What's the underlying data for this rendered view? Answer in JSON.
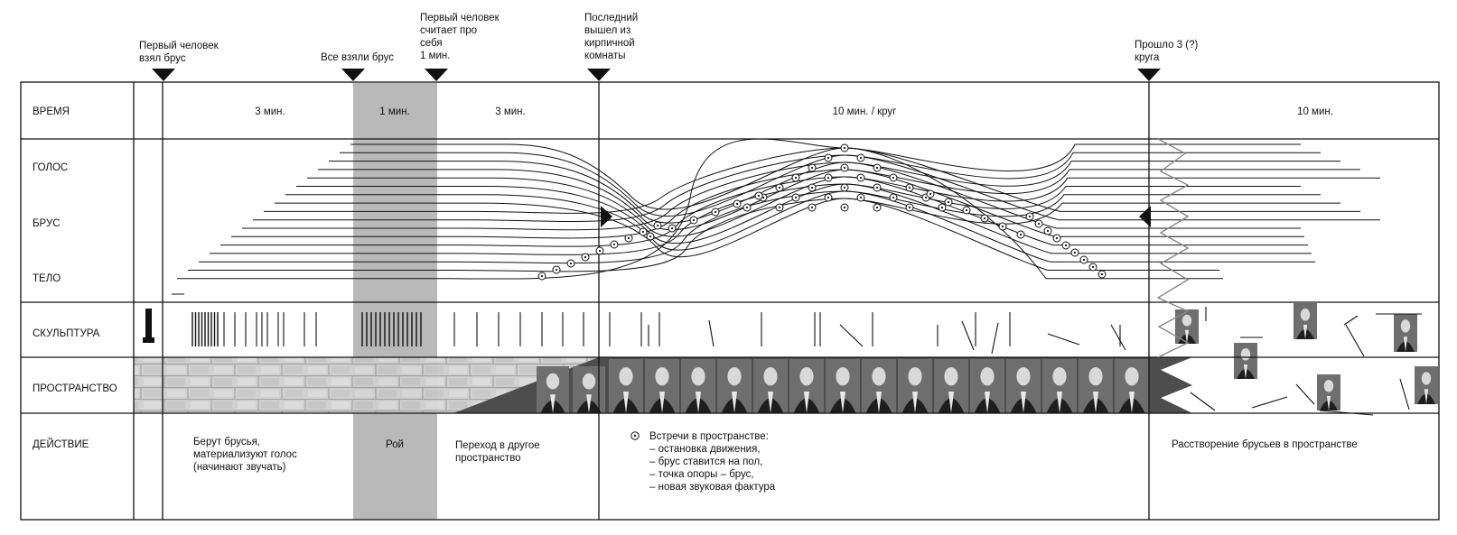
{
  "markers": [
    {
      "lines": [
        "Первый человек",
        "взял брус"
      ]
    },
    {
      "lines": [
        "Все взяли брус"
      ]
    },
    {
      "lines": [
        "Первый человек",
        "считает про",
        "себя",
        "1 мин."
      ]
    },
    {
      "lines": [
        "Последний",
        "вышел из",
        "кирпичной",
        "комнаты"
      ]
    },
    {
      "lines": [
        "Прошло 3 (?)",
        "круга"
      ]
    }
  ],
  "rows": {
    "time": "ВРЕМЯ",
    "voice": "ГОЛОС",
    "bar": "БРУС",
    "body": "ТЕЛО",
    "sculpture": "СКУЛЬПТУРА",
    "space": "ПРОСТРАНСТВО",
    "action": "ДЕЙСТВИЕ"
  },
  "durations": [
    "3 мин.",
    "1 мин.",
    "3 мин.",
    "10 мин. / круг",
    "10 мин."
  ],
  "actions": {
    "a1": [
      "Берут брусья,",
      "материализуют голос",
      "(начинают звучать)"
    ],
    "a2": [
      "Рой"
    ],
    "a3": [
      "Переход в другое",
      "пространство"
    ],
    "a4": [
      "Встречи в пространстве:",
      "– остановка движения,",
      "– брус ставится на пол,",
      "– точка опоры – брус,",
      "– новая звуковая фактура"
    ],
    "a5": [
      "Расстворение брусьев в пространстве"
    ]
  },
  "colors": {
    "swarm_band": "#b7b7b7",
    "brick": "#c9c9c9",
    "photo_strip": "#555555",
    "line": "#111111"
  }
}
